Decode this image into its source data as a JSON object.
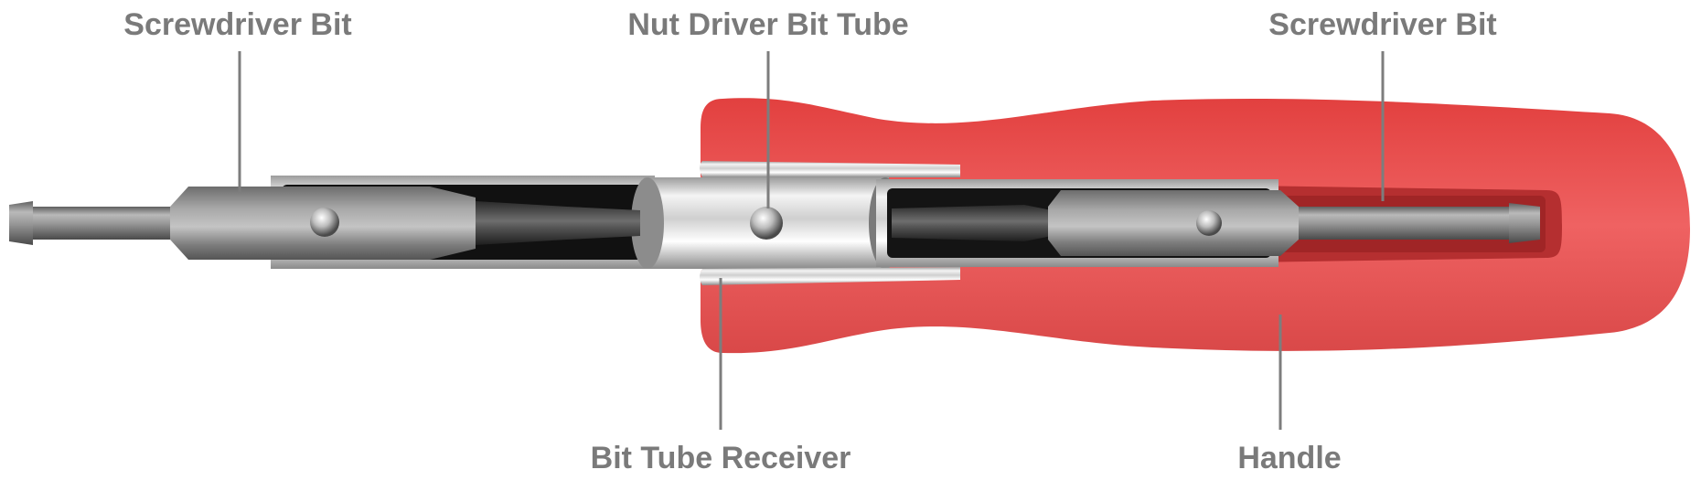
{
  "labels": {
    "screwdriver_bit_left": "Screwdriver Bit",
    "nut_driver_bit_tube": "Nut Driver Bit Tube",
    "screwdriver_bit_right": "Screwdriver Bit",
    "bit_tube_receiver": "Bit Tube Receiver",
    "handle": "Handle"
  },
  "colors": {
    "label_text": "#7a7a7a",
    "leader_line": "#7d7d7d",
    "handle_red": "#e8504f",
    "handle_dark": "#c93a3a",
    "bit_steel": "#8e8e8e",
    "tube_chrome": "#d9d9d9",
    "tube_dark": "#222222"
  }
}
